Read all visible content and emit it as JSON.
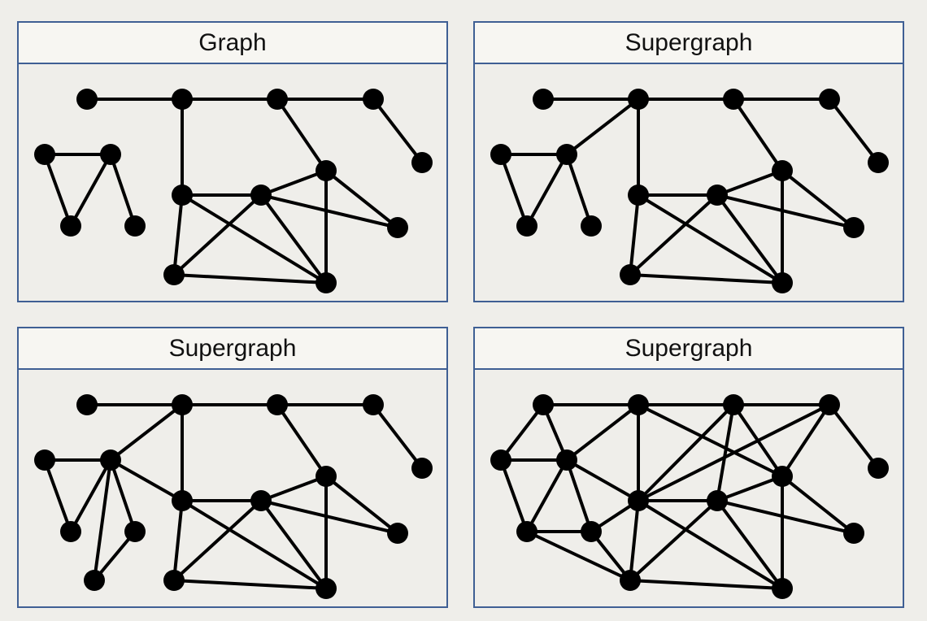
{
  "panels": [
    {
      "title": "Graph",
      "edges": [
        [
          0,
          1
        ],
        [
          1,
          2
        ],
        [
          2,
          3
        ],
        [
          1,
          6
        ],
        [
          4,
          5
        ],
        [
          4,
          9
        ],
        [
          5,
          9
        ],
        [
          5,
          10
        ],
        [
          6,
          7
        ],
        [
          6,
          12
        ],
        [
          6,
          13
        ],
        [
          7,
          12
        ],
        [
          7,
          13
        ],
        [
          7,
          8
        ],
        [
          7,
          11
        ],
        [
          8,
          11
        ],
        [
          8,
          13
        ],
        [
          12,
          13
        ],
        [
          2,
          8
        ],
        [
          3,
          14
        ]
      ]
    },
    {
      "title": "Supergraph",
      "edges": [
        [
          0,
          1
        ],
        [
          1,
          2
        ],
        [
          2,
          3
        ],
        [
          1,
          6
        ],
        [
          4,
          5
        ],
        [
          4,
          9
        ],
        [
          5,
          9
        ],
        [
          5,
          10
        ],
        [
          6,
          7
        ],
        [
          6,
          12
        ],
        [
          6,
          13
        ],
        [
          7,
          12
        ],
        [
          7,
          13
        ],
        [
          7,
          8
        ],
        [
          7,
          11
        ],
        [
          8,
          11
        ],
        [
          8,
          13
        ],
        [
          12,
          13
        ],
        [
          2,
          8
        ],
        [
          3,
          14
        ],
        [
          1,
          5
        ]
      ]
    },
    {
      "title": "Supergraph",
      "edges": [
        [
          0,
          1
        ],
        [
          1,
          2
        ],
        [
          2,
          3
        ],
        [
          1,
          6
        ],
        [
          4,
          5
        ],
        [
          4,
          9
        ],
        [
          5,
          9
        ],
        [
          5,
          6
        ],
        [
          5,
          10
        ],
        [
          5,
          15
        ],
        [
          10,
          15
        ],
        [
          6,
          7
        ],
        [
          6,
          12
        ],
        [
          6,
          13
        ],
        [
          7,
          12
        ],
        [
          7,
          13
        ],
        [
          7,
          8
        ],
        [
          7,
          11
        ],
        [
          8,
          11
        ],
        [
          8,
          13
        ],
        [
          12,
          13
        ],
        [
          2,
          8
        ],
        [
          3,
          14
        ],
        [
          1,
          5
        ]
      ]
    },
    {
      "title": "Supergraph",
      "edges": [
        [
          0,
          1
        ],
        [
          1,
          2
        ],
        [
          2,
          3
        ],
        [
          1,
          6
        ],
        [
          4,
          5
        ],
        [
          4,
          9
        ],
        [
          5,
          9
        ],
        [
          5,
          6
        ],
        [
          5,
          10
        ],
        [
          9,
          10
        ],
        [
          6,
          7
        ],
        [
          6,
          12
        ],
        [
          6,
          13
        ],
        [
          7,
          12
        ],
        [
          7,
          13
        ],
        [
          7,
          8
        ],
        [
          7,
          11
        ],
        [
          8,
          11
        ],
        [
          8,
          13
        ],
        [
          12,
          13
        ],
        [
          2,
          8
        ],
        [
          3,
          14
        ],
        [
          1,
          5
        ],
        [
          0,
          4
        ],
        [
          0,
          5
        ],
        [
          1,
          8
        ],
        [
          2,
          7
        ],
        [
          2,
          6
        ],
        [
          3,
          6
        ],
        [
          3,
          8
        ],
        [
          9,
          12
        ],
        [
          10,
          12
        ],
        [
          6,
          10
        ]
      ]
    }
  ]
}
